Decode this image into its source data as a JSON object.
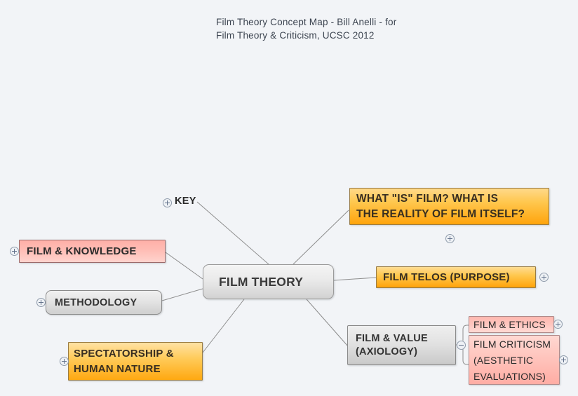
{
  "title": {
    "text": "Film Theory Concept Map - Bill Anelli - for\nFilm Theory & Criticism, UCSC 2012"
  },
  "map": {
    "background_color": "#f2f4f7",
    "connector_color": "#8d8d8d",
    "central": {
      "label": "FILM THEORY",
      "shape": "rounded-rectangle",
      "fill": "#e4e4e4"
    },
    "nodes": [
      {
        "id": "key",
        "label": "KEY",
        "style": "plain-text",
        "toggle": "plus",
        "toggle_side": "left"
      },
      {
        "id": "film-knowledge",
        "label": "FILM & KNOWLEDGE",
        "style": "pink-square",
        "fill": "#ffbbb3",
        "toggle": "plus",
        "toggle_side": "left"
      },
      {
        "id": "methodology",
        "label": "METHODOLOGY",
        "style": "gray-rounded",
        "fill": "#e4e4e4",
        "toggle": "plus",
        "toggle_side": "left"
      },
      {
        "id": "spectatorship",
        "label": "SPECTATORSHIP &\nHUMAN NATURE",
        "style": "orange-square",
        "fill": "#ffcb5a",
        "toggle": "plus",
        "toggle_side": "left"
      },
      {
        "id": "what-is-film",
        "label": "WHAT \"IS\" FILM? WHAT IS\nTHE REALITY OF FILM ITSELF?",
        "style": "orange-square",
        "fill": "#ffc74e",
        "toggle": "plus",
        "toggle_side": "below"
      },
      {
        "id": "film-telos",
        "label": "FILM TELOS (PURPOSE)",
        "style": "orange-square",
        "fill": "#ffc850",
        "toggle": "plus",
        "toggle_side": "right"
      },
      {
        "id": "film-value",
        "label": "FILM & VALUE\n(AXIOLOGY)",
        "style": "gray-square",
        "fill": "#e2e2e2",
        "toggle": "minus",
        "toggle_side": "right"
      },
      {
        "id": "film-ethics",
        "label": "FILM & ETHICS",
        "style": "pink-light-square",
        "fill": "#ffc4bd",
        "toggle": "plus",
        "toggle_side": "right",
        "parent": "film-value"
      },
      {
        "id": "film-criticism",
        "label": "FILM CRITICISM\n(AESTHETIC\nEVALUATIONS)",
        "style": "pink-light-square",
        "fill": "#ffc0b8",
        "toggle": "plus",
        "toggle_side": "right",
        "parent": "film-value"
      }
    ]
  }
}
